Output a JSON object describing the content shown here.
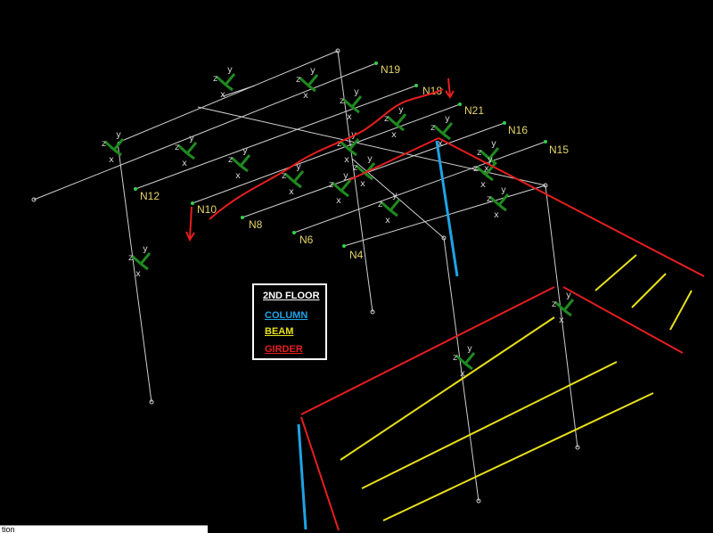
{
  "nodes": [
    "N19",
    "N18",
    "N21",
    "N16",
    "N15",
    "N12",
    "N10",
    "N8",
    "N6",
    "N4"
  ],
  "axes": {
    "x": "x",
    "y": "y",
    "z": "z"
  },
  "legend": {
    "title": "2ND FLOOR",
    "items": [
      {
        "label": "COLUMN",
        "color": "#1fa3e6"
      },
      {
        "label": "BEAM",
        "color": "#e8e01a"
      },
      {
        "label": "GIRDER",
        "color": "#e61e1e"
      }
    ]
  },
  "status_text": "tion",
  "colors": {
    "background": "#000000",
    "member": "#cfcfcf",
    "node_marker": "#2fd24a",
    "triad": "#1f8a1f",
    "annotation_red": "#e61e1e",
    "annotation_yellow": "#e8e01a",
    "annotation_blue": "#1fa3e6"
  }
}
